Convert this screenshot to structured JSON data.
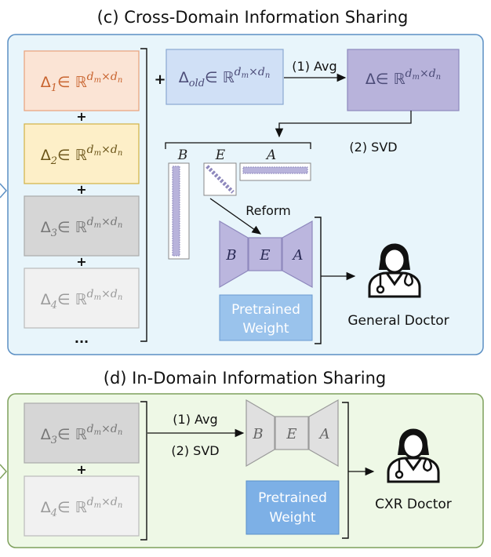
{
  "cross": {
    "title": "(c) Cross-Domain Information Sharing",
    "deltas": [
      {
        "sym": "Δ",
        "sub": "1",
        "in": "∈ ",
        "bb": "ℝ",
        "sup": "d",
        "supsub": "m",
        "x": "×d",
        "xsub": "n",
        "color": "#c8632e"
      },
      {
        "sym": "Δ",
        "sub": "2",
        "in": "∈ ",
        "bb": "ℝ",
        "sup": "d",
        "supsub": "m",
        "x": "×d",
        "xsub": "n",
        "color": "#6a5418"
      },
      {
        "sym": "Δ",
        "sub": "3",
        "in": "∈ ",
        "bb": "ℝ",
        "sup": "d",
        "supsub": "m",
        "x": "×d",
        "xsub": "n",
        "color": "#777777"
      },
      {
        "sym": "Δ",
        "sub": "4",
        "in": "∈ ",
        "bb": "ℝ",
        "sup": "d",
        "supsub": "m",
        "x": "×d",
        "xsub": "n",
        "color": "#9a9a9a"
      }
    ],
    "plus": "+",
    "ellipsis": "...",
    "old": {
      "sym": "Δ",
      "sub": "old",
      "in": "∈ ",
      "bb": "ℝ",
      "sup": "d",
      "supsub": "m",
      "x": "×d",
      "xsub": "n"
    },
    "avg_label": "(1) Avg",
    "delta": {
      "sym": "Δ",
      "in": "∈ ",
      "bb": "ℝ",
      "sup": "d",
      "supsub": "m",
      "x": "×d",
      "xsub": "n"
    },
    "svd_label": "(2) SVD",
    "b": "B",
    "e": "E",
    "a": "A",
    "reform": "Reform",
    "pretrained_1": "Pretrained",
    "pretrained_2": "Weight",
    "doctor": "General Doctor"
  },
  "in": {
    "title": "(d) In-Domain Information Sharing",
    "deltas": [
      {
        "sym": "Δ",
        "sub": "3",
        "in": "∈ ",
        "bb": "ℝ",
        "sup": "d",
        "supsub": "m",
        "x": "×d",
        "xsub": "n"
      },
      {
        "sym": "Δ",
        "sub": "4",
        "in": "∈ ",
        "bb": "ℝ",
        "sup": "d",
        "supsub": "m",
        "x": "×d",
        "xsub": "n"
      }
    ],
    "plus": "+",
    "avg_label": "(1) Avg",
    "svd_label": "(2) SVD",
    "b": "B",
    "e": "E",
    "a": "A",
    "pretrained_1": "Pretrained",
    "pretrained_2": "Weight",
    "doctor": "CXR Doctor"
  },
  "colors": {
    "cross_panel_fill": "#e8f5fb",
    "cross_panel_stroke": "#5b8fc4",
    "in_panel_fill": "#eef8e6",
    "in_panel_stroke": "#7ea05c",
    "delta1_fill": "#fbe4d5",
    "delta1_stroke": "#e8a17a",
    "delta2_fill": "#fdefc8",
    "delta2_stroke": "#d2b244",
    "delta3_fill": "#d6d6d6",
    "delta4_fill": "#f1f1f1",
    "old_fill": "#d0e0f6",
    "delta_fill": "#b8b3db",
    "lora_fill": "#bbb6de",
    "lora_stroke": "#8e88bd",
    "pretrained_fill": "#9ac3ec",
    "pretrained_in_fill": "#7db0e6",
    "gray_lora_fill": "#e0e0e0"
  },
  "icons": [
    "doctor-icon",
    "doctor-icon"
  ]
}
